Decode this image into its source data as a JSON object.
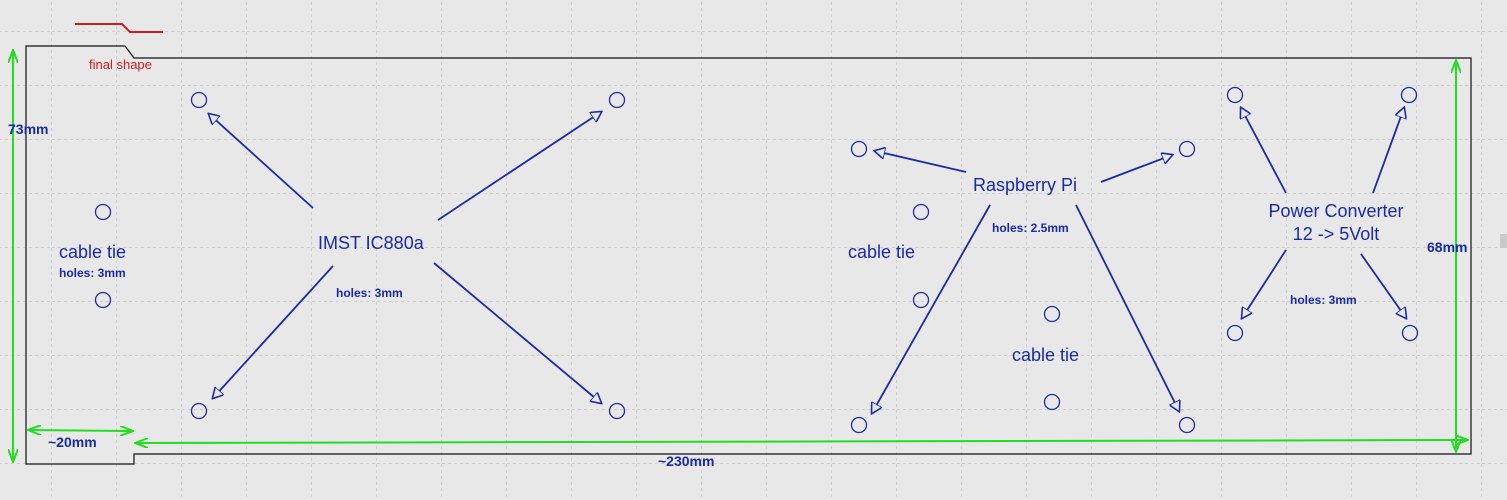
{
  "legend": {
    "text": "final shape",
    "color": "#d21a1a"
  },
  "labels": {
    "cable_tie_left": "cable tie",
    "holes_left": "holes: 3mm",
    "imst": "IMST IC880a",
    "holes_imst": "holes: 3mm",
    "raspberry": "Raspberry Pi",
    "holes_rpi": "holes: 2.5mm",
    "cable_tie_mid": "cable tie",
    "cable_tie_bottom": "cable tie",
    "power_line1": "Power Converter",
    "power_line2": "12 -> 5Volt",
    "holes_power": "holes: 3mm"
  },
  "dimensions": {
    "height_left": "73mm",
    "height_right": "68mm",
    "width_step": "~20mm",
    "width_total": "~230mm"
  },
  "colors": {
    "background": "#e8e8e8",
    "grid": "#b4b4b4",
    "outline": "#111111",
    "annotation": "#1b2aa6",
    "dimension_line": "#22dd22",
    "legend_line": "#d21a1a"
  }
}
